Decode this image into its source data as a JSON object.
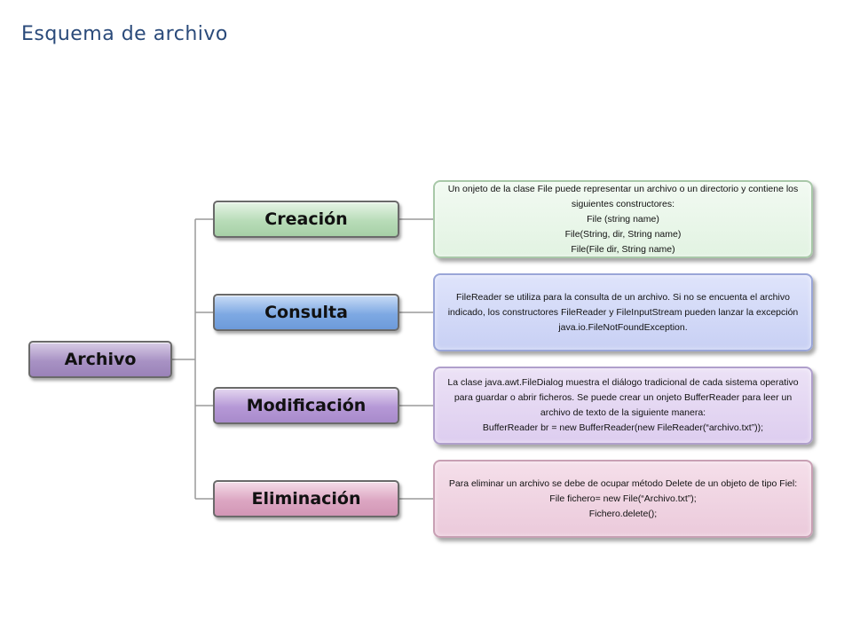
{
  "title": "Esquema de archivo",
  "root": {
    "label": "Archivo",
    "color": "#a892c4"
  },
  "branches": [
    {
      "label": "Creación",
      "color": "#b8dcb8",
      "lines": [
        "Un onjeto de la clase File puede representar un archivo o un directorio y contiene los siguientes constructores:",
        "File (string name)",
        "File(String, dir, String name)",
        "File(File dir, String name)"
      ]
    },
    {
      "label": "Consulta",
      "color": "#7ea9e3",
      "lines": [
        "FileReader se utiliza para la consulta de un archivo. Si no se encuenta el archivo indicado, los constructores FileReader y FileInputStream pueden lanzar la excepción java.io.FileNotFoundException."
      ]
    },
    {
      "label": "Modificación",
      "color": "#b598d6",
      "lines": [
        "La clase java.awt.FileDialog muestra el diálogo tradicional de cada sistema operativo para guardar o abrir ficheros. Se puede crear un onjeto BufferReader para leer un archivo de texto de la siguiente manera:",
        "BufferReader br = new BufferReader(new FileReader(“archivo.txt”));"
      ]
    },
    {
      "label": "Eliminación",
      "color": "#dca6c2",
      "lines": [
        "Para eliminar un archivo se debe de ocupar método Delete de un objeto de tipo Fiel:",
        "File fichero= new File(“Archivo.txt”);",
        "Fichero.delete();"
      ]
    }
  ]
}
